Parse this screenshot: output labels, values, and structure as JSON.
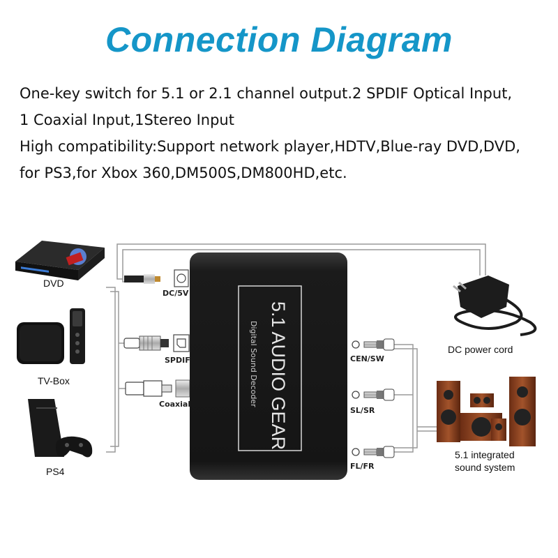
{
  "title": "Connection Diagram",
  "description": [
    "One-key switch for 5.1 or 2.1 channel output.2 SPDIF Optical Input,",
    "1 Coaxial Input,1Stereo Input",
    "High compatibility:Support network player,HDTV,Blue-ray DVD,DVD,",
    "for PS3,for Xbox 360,DM500S,DM800HD,etc."
  ],
  "device": {
    "name": "5.1 AUDIO GEAR",
    "subtitle": "Digital Sound Decoder"
  },
  "ports": {
    "dc": "DC/5V",
    "spdif": "SPDIF",
    "coaxial": "Coaxial",
    "cen_sw": "CEN/SW",
    "sl_sr": "SL/SR",
    "fl_fr": "FL/FR"
  },
  "sources": {
    "dvd": "DVD",
    "tvbox": "TV-Box",
    "ps4": "PS4"
  },
  "outputs": {
    "power_cord": "DC power cord",
    "sound_system_line1": "5.1 integrated",
    "sound_system_line2": "sound system"
  },
  "colors": {
    "title": "#1596c8",
    "device_body": "#1a1a1a",
    "wire": "#9a9a9a"
  }
}
